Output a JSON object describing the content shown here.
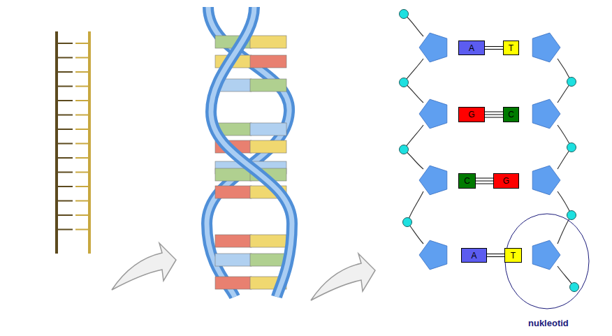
{
  "diagram": {
    "nodes": [
      {
        "text": [
          "A"
        ]
      },
      {
        "text": [
          "T"
        ]
      },
      {
        "text": [
          "G"
        ]
      },
      {
        "text": [
          "C"
        ]
      },
      {
        "text": [
          "C"
        ]
      },
      {
        "text": [
          "G"
        ]
      },
      {
        "text": [
          "A"
        ]
      },
      {
        "text": [
          "T"
        ]
      }
    ],
    "edges": [
      {
        "from": 0,
        "to": 1,
        "arrow": "none"
      },
      {
        "from": 2,
        "to": 3,
        "arrow": "none"
      },
      {
        "from": 4,
        "to": 5,
        "arrow": "none"
      },
      {
        "from": 6,
        "to": 7,
        "arrow": "none"
      }
    ],
    "labels": [
      "nukleotid"
    ]
  }
}
